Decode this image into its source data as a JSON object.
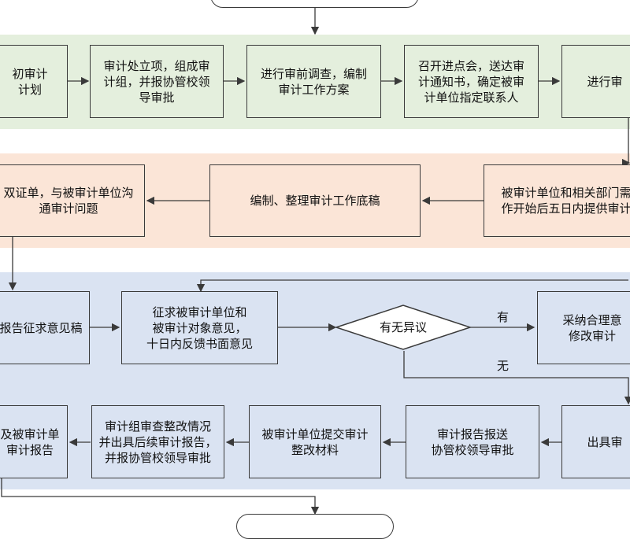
{
  "colors": {
    "band_green": "#e4efdd",
    "band_orange": "#fbe5d7",
    "band_blue": "#dae3f2",
    "line": "#3a3a3a"
  },
  "row1": {
    "n1": "初审计\n计划",
    "n2": "审计处立项，组成审\n计组，并报协管校领\n导审批",
    "n3": "进行审前调查，编制\n审计工作方案",
    "n4": "召开进点会，送达审\n计通知书，确定被审\n计单位指定联系人",
    "n5": "进行审"
  },
  "row2": {
    "n1": "双证单，与被审计单位沟\n通审计问题",
    "n2": "编制、整理审计工作底稿",
    "n3": "被审计单位和相关部门需\n作开始后五日内提供审计"
  },
  "row3": {
    "n1": "报告征求意见稿",
    "n2": "征求被审计单位和\n被审计对象意见，\n十日内反馈书面意见",
    "decision": "有无异议",
    "yes_label": "有",
    "no_label": "无",
    "n3": "采纳合理意\n修改审计"
  },
  "row4": {
    "n1": "及被审计单\n审计报告",
    "n2": "审计组审查整改情况\n并出具后续审计报告，\n并报协管校领导审批",
    "n3": "被审计单位提交审计\n整改材料",
    "n4": "审计报告报送\n协管校领导审批",
    "n5": "出具审"
  }
}
